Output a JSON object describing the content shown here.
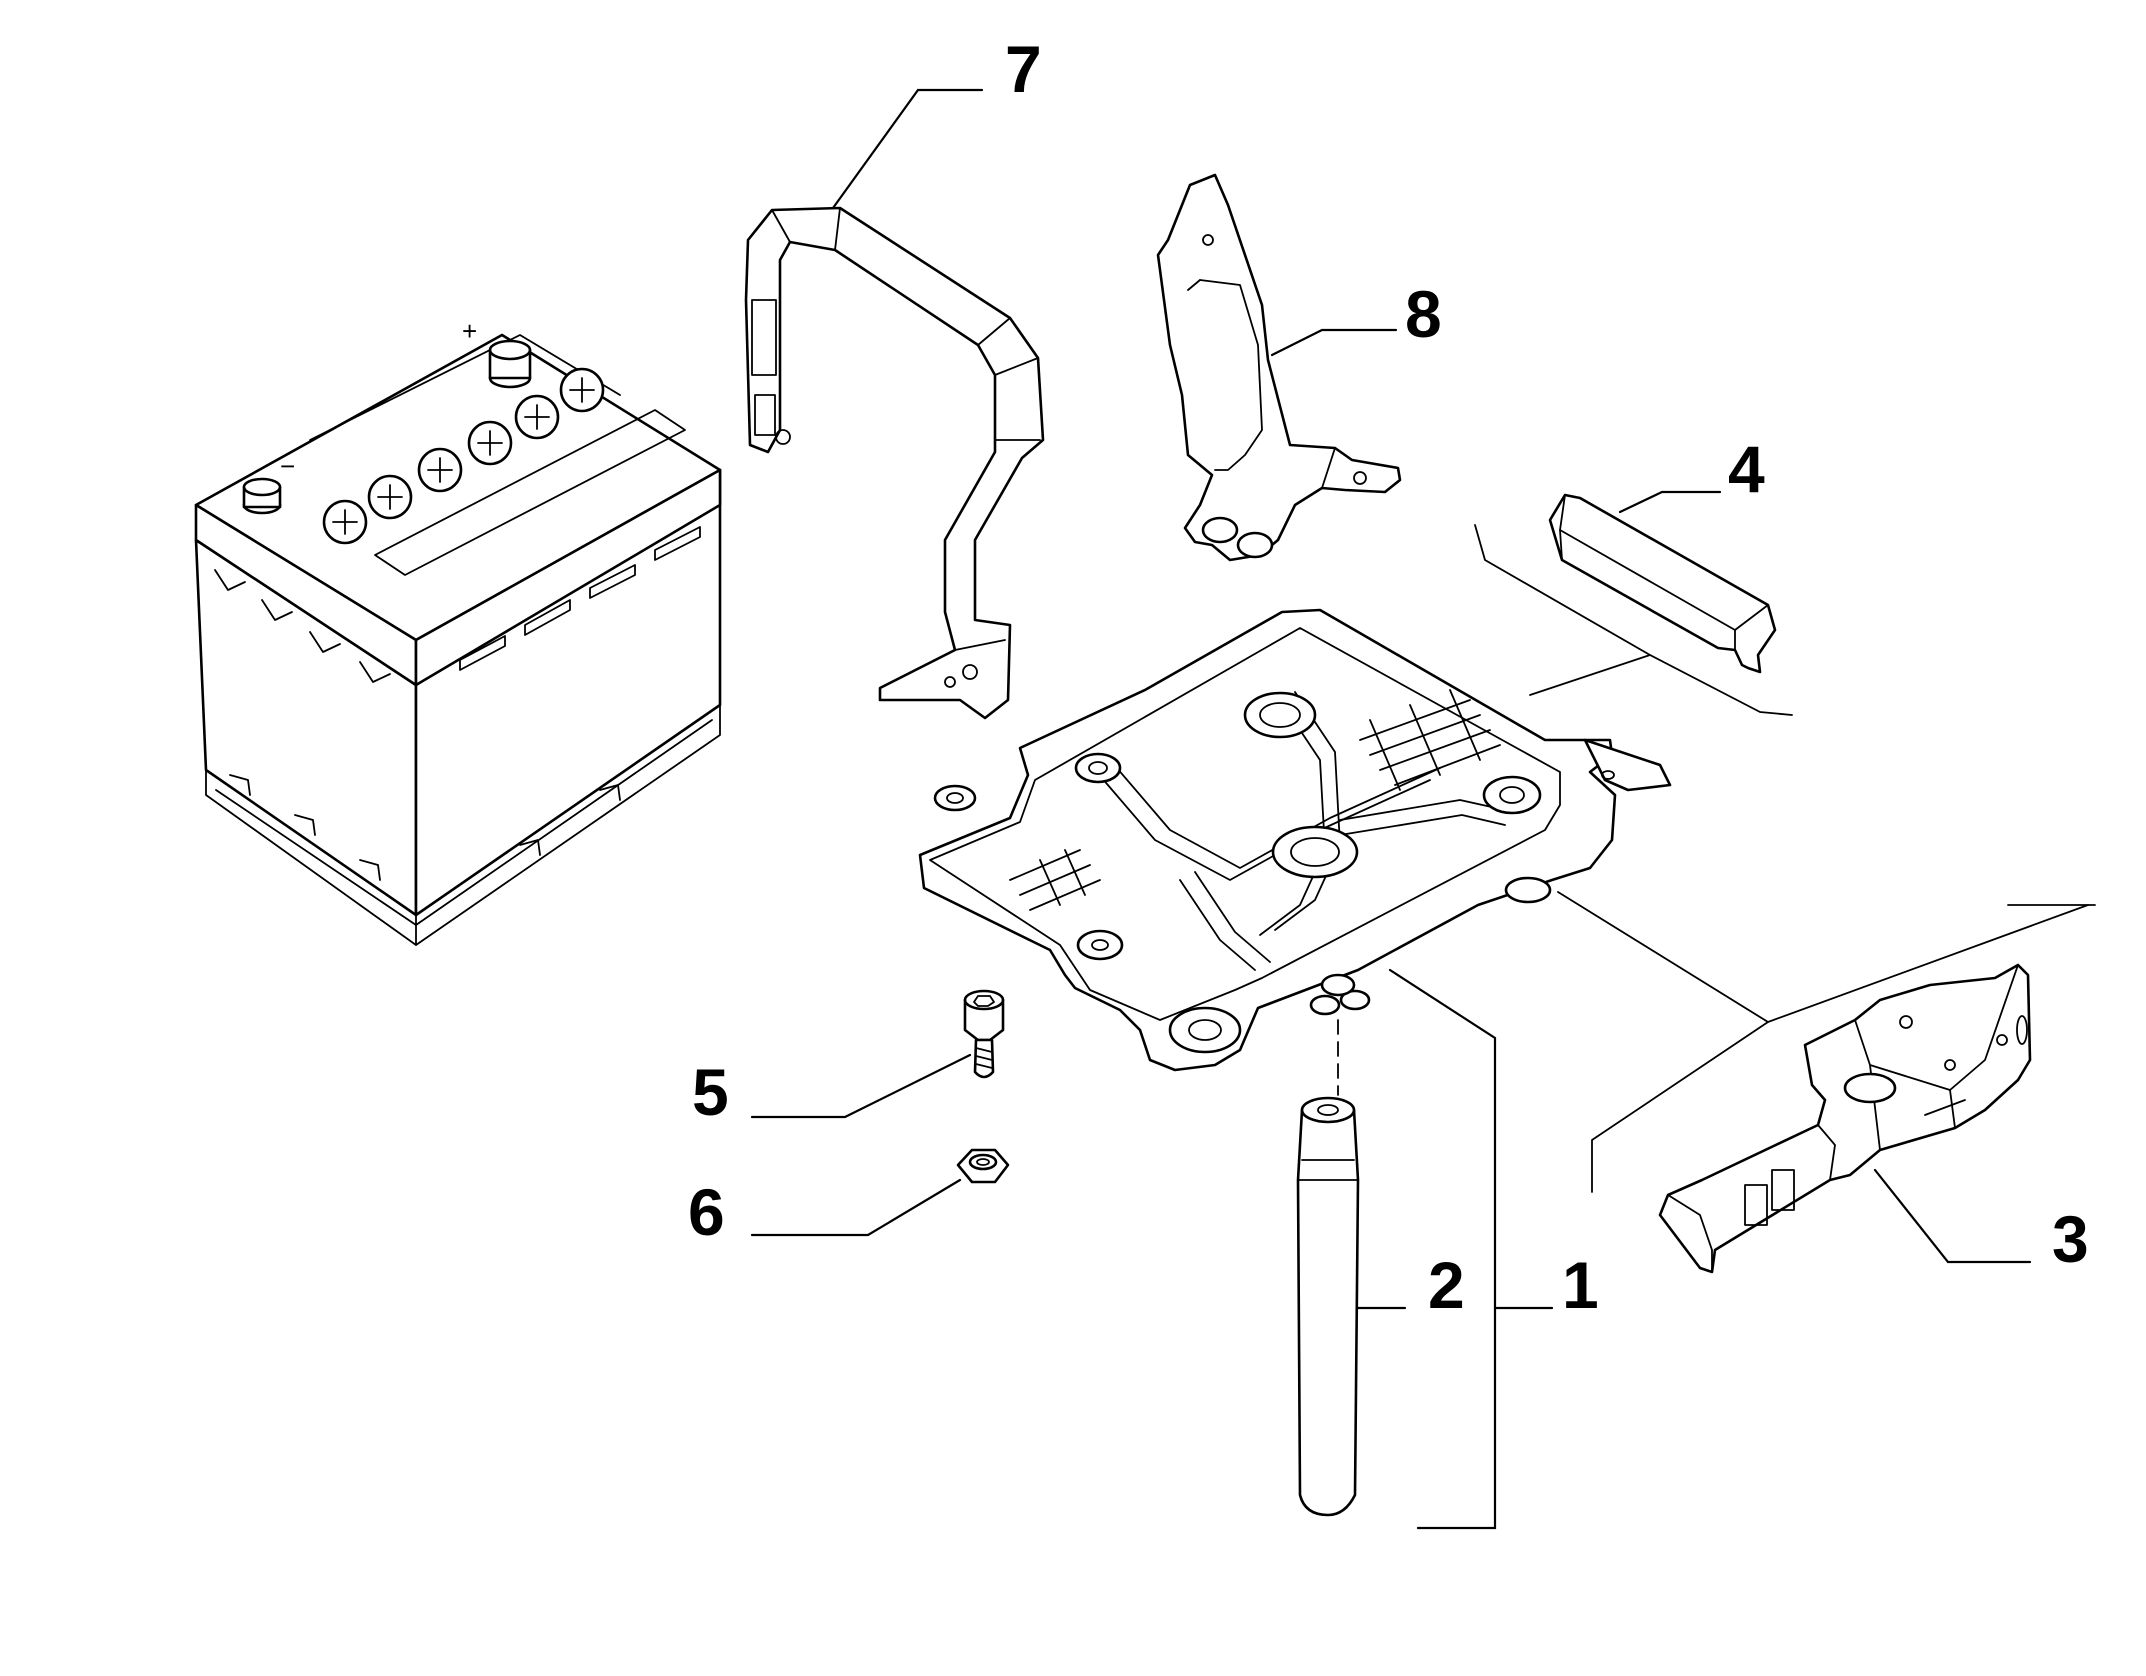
{
  "callouts": {
    "c1": "1",
    "c2": "2",
    "c3": "3",
    "c4": "4",
    "c5": "5",
    "c6": "6",
    "c7": "7",
    "c8": "8"
  },
  "battery": {
    "plus_sign": "+",
    "minus_sign": "−"
  },
  "colors": {
    "line": "#000000",
    "background": "#ffffff"
  }
}
